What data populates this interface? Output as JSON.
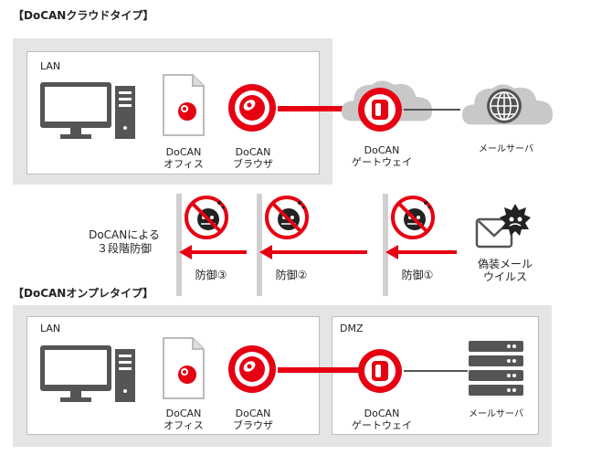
{
  "cloud_type": {
    "title": "【DoCANクラウドタイプ】",
    "lan_label": "LAN",
    "office_label": "DoCAN\nオフィス",
    "browser_label": "DoCAN\nブラウザ",
    "gateway_label": "DoCAN\nゲートウェイ",
    "mail_server_label": "メールサーバ"
  },
  "defense": {
    "title": "DoCANによる\n３段階防御",
    "stage3": "防御③",
    "stage2": "防御②",
    "stage1": "防御①",
    "virus_label": "偽装メール\nウイルス"
  },
  "onprem_type": {
    "title": "【DoCANオンプレタイプ】",
    "lan_label": "LAN",
    "dmz_label": "DMZ",
    "office_label": "DoCAN\nオフィス",
    "browser_label": "DoCAN\nブラウザ",
    "gateway_label": "DoCAN\nゲートウェイ",
    "mail_server_label": "メールサーバ"
  },
  "colors": {
    "accent_red": "#e60012",
    "panel_gray": "#e5e5e5",
    "icon_gray": "#555555",
    "cloud_gray": "#c8c8c8"
  },
  "icons": [
    "desktop-pc-icon",
    "office-document-icon",
    "browser-icon",
    "gateway-icon",
    "globe-icon",
    "mail-virus-icon",
    "blocked-virus-icon",
    "server-rack-icon",
    "cloud-icon"
  ]
}
